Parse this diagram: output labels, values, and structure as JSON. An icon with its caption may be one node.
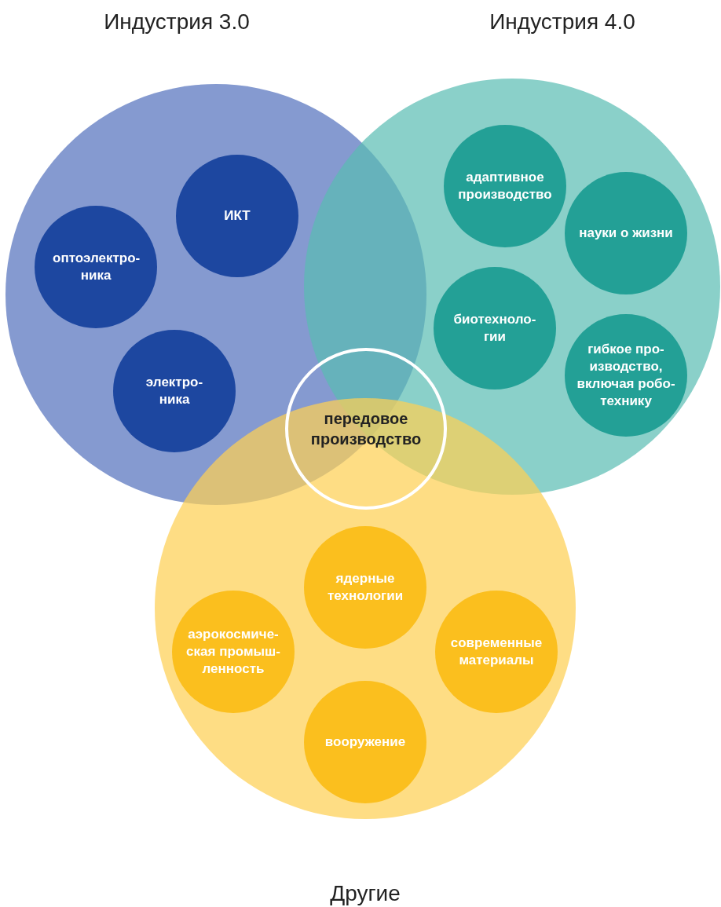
{
  "diagram": {
    "nodes": [
      {
        "text": [
          "Индустрия 3.0"
        ]
      },
      {
        "text": [
          "ИКТ"
        ],
        "in": 0
      },
      {
        "text": [
          "оптоэлектро-ника"
        ],
        "in": 0
      },
      {
        "text": [
          "электро-ника"
        ],
        "in": 0
      },
      {
        "text": [
          "Индустрия 4.0"
        ]
      },
      {
        "text": [
          "адаптивное производство"
        ],
        "in": 4
      },
      {
        "text": [
          "науки о жизни"
        ],
        "in": 4
      },
      {
        "text": [
          "биотехноло-гии"
        ],
        "in": 4
      },
      {
        "text": [
          "гибкое про-изводство, включая робо-технику"
        ],
        "in": 4
      },
      {
        "text": [
          "передовое производство"
        ]
      },
      {
        "text": [
          "Другие"
        ]
      },
      {
        "text": [
          "ядерные технологии"
        ],
        "in": 10
      },
      {
        "text": [
          "аэрокосмиче-ская промыш-ленность"
        ],
        "in": 10
      },
      {
        "text": [
          "современные материалы"
        ],
        "in": 10
      },
      {
        "text": [
          "вооружение"
        ],
        "in": 10
      }
    ]
  }
}
